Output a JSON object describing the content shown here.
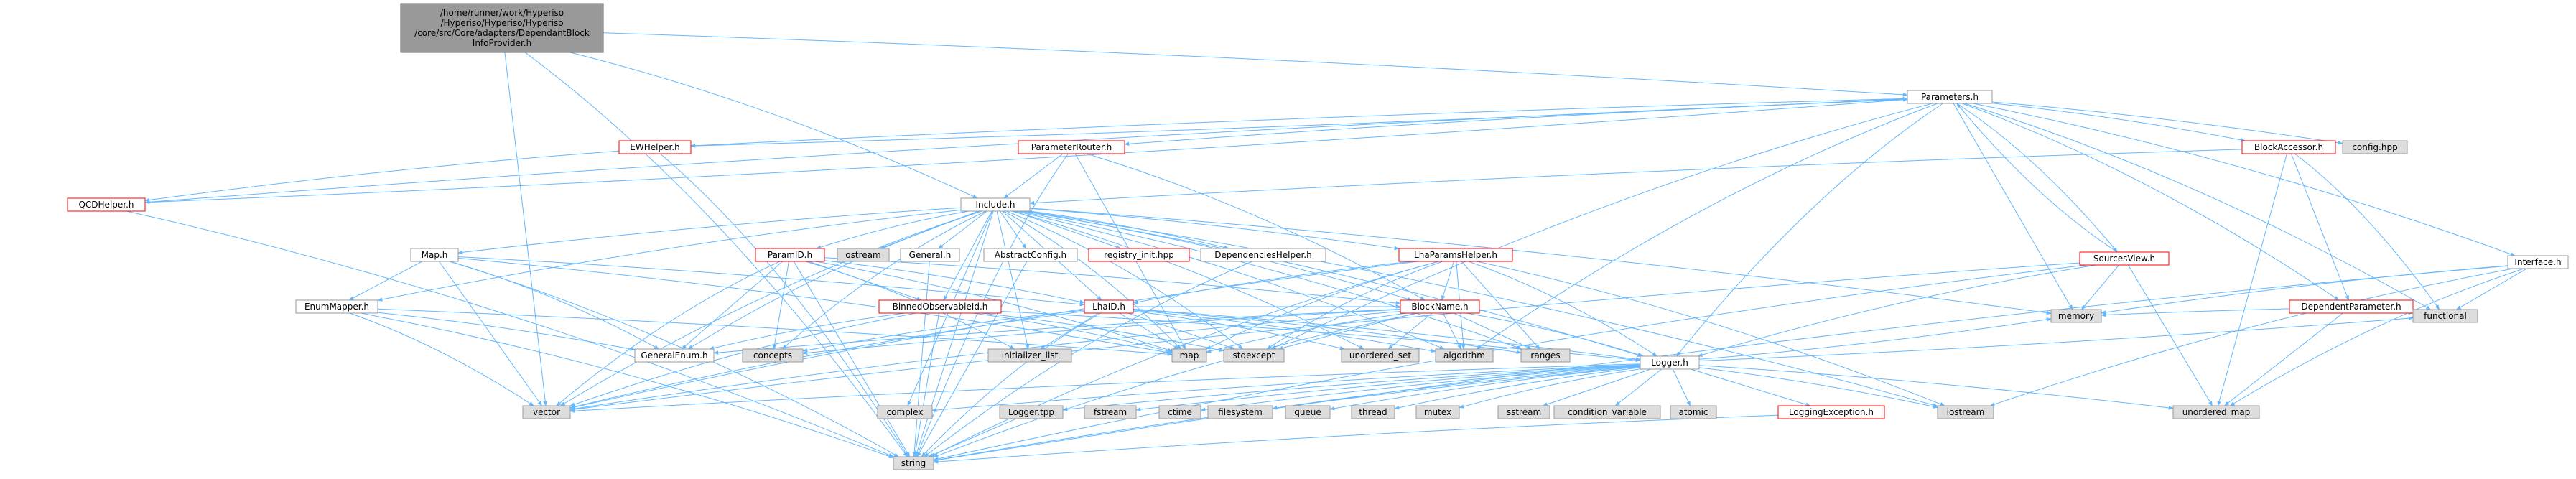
{
  "colors": {
    "edge": "#63b8ff",
    "edge_red": "#dc0000",
    "border_gray": "#999999",
    "border_red": "#ff0000",
    "fill_white": "#ffffff",
    "fill_gray": "#dddddd",
    "fill_dark": "#999999"
  },
  "nodes": [
    {
      "id": "root",
      "lines": [
        "/home/runner/work/Hyperiso",
        "/Hyperiso/Hyperiso/Hyperiso",
        "/core/src/Core/adapters/DependantBlock",
        "InfoProvider.h"
      ],
      "style": "root"
    },
    {
      "id": "parameters",
      "lines": [
        "Parameters.h"
      ],
      "style": "normal"
    },
    {
      "id": "ewhelper",
      "lines": [
        "EWHelper.h"
      ],
      "style": "red"
    },
    {
      "id": "parameterrouter",
      "lines": [
        "ParameterRouter.h"
      ],
      "style": "red"
    },
    {
      "id": "blockaccessor",
      "lines": [
        "BlockAccessor.h"
      ],
      "style": "red"
    },
    {
      "id": "confighpp",
      "lines": [
        "config.hpp"
      ],
      "style": "gray"
    },
    {
      "id": "qcdhelper",
      "lines": [
        "QCDHelper.h"
      ],
      "style": "red"
    },
    {
      "id": "include",
      "lines": [
        "Include.h"
      ],
      "style": "normal"
    },
    {
      "id": "interface",
      "lines": [
        "Interface.h"
      ],
      "style": "normal"
    },
    {
      "id": "map_h",
      "lines": [
        "Map.h"
      ],
      "style": "normal"
    },
    {
      "id": "paramid",
      "lines": [
        "ParamID.h"
      ],
      "style": "red"
    },
    {
      "id": "ostream",
      "lines": [
        "ostream"
      ],
      "style": "gray"
    },
    {
      "id": "general",
      "lines": [
        "General.h"
      ],
      "style": "normal"
    },
    {
      "id": "abstractconfig",
      "lines": [
        "AbstractConfig.h"
      ],
      "style": "normal"
    },
    {
      "id": "registryinit",
      "lines": [
        "registry_init.hpp"
      ],
      "style": "red"
    },
    {
      "id": "dependencieshelper",
      "lines": [
        "DependenciesHelper.h"
      ],
      "style": "normal"
    },
    {
      "id": "lhaparamshelper",
      "lines": [
        "LhaParamsHelper.h"
      ],
      "style": "red"
    },
    {
      "id": "sourcesview",
      "lines": [
        "SourcesView.h"
      ],
      "style": "red"
    },
    {
      "id": "dependentparameter",
      "lines": [
        "DependentParameter.h"
      ],
      "style": "red"
    },
    {
      "id": "enummapper",
      "lines": [
        "EnumMapper.h"
      ],
      "style": "normal"
    },
    {
      "id": "binnedobservableid",
      "lines": [
        "BinnedObservableId.h"
      ],
      "style": "red"
    },
    {
      "id": "lhaid",
      "lines": [
        "LhaID.h"
      ],
      "style": "red"
    },
    {
      "id": "blockname",
      "lines": [
        "BlockName.h"
      ],
      "style": "red"
    },
    {
      "id": "memory",
      "lines": [
        "memory"
      ],
      "style": "gray"
    },
    {
      "id": "functional",
      "lines": [
        "functional"
      ],
      "style": "gray"
    },
    {
      "id": "generalenum",
      "lines": [
        "GeneralEnum.h"
      ],
      "style": "normal"
    },
    {
      "id": "concepts",
      "lines": [
        "concepts"
      ],
      "style": "gray"
    },
    {
      "id": "initializer_list",
      "lines": [
        "initializer_list"
      ],
      "style": "gray"
    },
    {
      "id": "map",
      "lines": [
        "map"
      ],
      "style": "gray"
    },
    {
      "id": "stdexcept",
      "lines": [
        "stdexcept"
      ],
      "style": "gray"
    },
    {
      "id": "unordered_set",
      "lines": [
        "unordered_set"
      ],
      "style": "gray"
    },
    {
      "id": "algorithm",
      "lines": [
        "algorithm"
      ],
      "style": "gray"
    },
    {
      "id": "ranges",
      "lines": [
        "ranges"
      ],
      "style": "gray"
    },
    {
      "id": "logger",
      "lines": [
        "Logger.h"
      ],
      "style": "normal"
    },
    {
      "id": "vector",
      "lines": [
        "vector"
      ],
      "style": "gray"
    },
    {
      "id": "complex",
      "lines": [
        "complex"
      ],
      "style": "gray"
    },
    {
      "id": "loggertpp",
      "lines": [
        "Logger.tpp"
      ],
      "style": "gray"
    },
    {
      "id": "fstream",
      "lines": [
        "fstream"
      ],
      "style": "gray"
    },
    {
      "id": "ctime",
      "lines": [
        "ctime"
      ],
      "style": "gray"
    },
    {
      "id": "filesystem",
      "lines": [
        "filesystem"
      ],
      "style": "gray"
    },
    {
      "id": "queue",
      "lines": [
        "queue"
      ],
      "style": "gray"
    },
    {
      "id": "thread",
      "lines": [
        "thread"
      ],
      "style": "gray"
    },
    {
      "id": "mutex",
      "lines": [
        "mutex"
      ],
      "style": "gray"
    },
    {
      "id": "sstream",
      "lines": [
        "sstream"
      ],
      "style": "gray"
    },
    {
      "id": "condition_variable",
      "lines": [
        "condition_variable"
      ],
      "style": "gray"
    },
    {
      "id": "atomic",
      "lines": [
        "atomic"
      ],
      "style": "gray"
    },
    {
      "id": "loggingexception",
      "lines": [
        "LoggingException.h"
      ],
      "style": "red"
    },
    {
      "id": "iostream",
      "lines": [
        "iostream"
      ],
      "style": "gray"
    },
    {
      "id": "unordered_map",
      "lines": [
        "unordered_map"
      ],
      "style": "gray"
    },
    {
      "id": "string",
      "lines": [
        "string"
      ],
      "style": "gray"
    }
  ],
  "edges": [
    [
      "root",
      "parameters"
    ],
    [
      "root",
      "include"
    ],
    [
      "root",
      "vector"
    ],
    [
      "root",
      "string"
    ],
    [
      "parameters",
      "ewhelper"
    ],
    [
      "parameters",
      "parameterrouter"
    ],
    [
      "parameters",
      "blockaccessor"
    ],
    [
      "parameters",
      "confighpp"
    ],
    [
      "parameters",
      "qcdhelper"
    ],
    [
      "parameters",
      "interface"
    ],
    [
      "parameters",
      "sourcesview"
    ],
    [
      "parameters",
      "dependentparameter"
    ],
    [
      "parameters",
      "memory"
    ],
    [
      "parameters",
      "functional"
    ],
    [
      "parameters",
      "logger"
    ],
    [
      "parameters",
      "algorithm"
    ],
    [
      "parameters",
      "stdexcept"
    ],
    [
      "ewhelper",
      "qcdhelper"
    ],
    [
      "ewhelper",
      "parameters"
    ],
    [
      "ewhelper",
      "string"
    ],
    [
      "parameterrouter",
      "include"
    ],
    [
      "parameterrouter",
      "blockname"
    ],
    [
      "parameterrouter",
      "map"
    ],
    [
      "parameterrouter",
      "string"
    ],
    [
      "blockaccessor",
      "include"
    ],
    [
      "blockaccessor",
      "dependentparameter"
    ],
    [
      "blockaccessor",
      "unordered_map"
    ],
    [
      "blockaccessor",
      "functional"
    ],
    [
      "qcdhelper",
      "parameters"
    ],
    [
      "qcdhelper",
      "string"
    ],
    [
      "include",
      "map_h"
    ],
    [
      "include",
      "paramid"
    ],
    [
      "include",
      "ostream"
    ],
    [
      "include",
      "general"
    ],
    [
      "include",
      "abstractconfig"
    ],
    [
      "include",
      "registryinit"
    ],
    [
      "include",
      "dependencieshelper"
    ],
    [
      "include",
      "lhaparamshelper"
    ],
    [
      "include",
      "generalenum"
    ],
    [
      "include",
      "logger"
    ],
    [
      "include",
      "enummapper"
    ],
    [
      "include",
      "vector"
    ],
    [
      "include",
      "string"
    ],
    [
      "include",
      "memory"
    ],
    [
      "include",
      "complex"
    ],
    [
      "include",
      "iostream"
    ],
    [
      "include",
      "concepts"
    ],
    [
      "include",
      "map"
    ],
    [
      "include",
      "algorithm"
    ],
    [
      "include",
      "ranges"
    ],
    [
      "include",
      "unordered_set"
    ],
    [
      "include",
      "stdexcept"
    ],
    [
      "include",
      "initializer_list"
    ],
    [
      "include",
      "lhaid"
    ],
    [
      "include",
      "blockname"
    ],
    [
      "include",
      "binnedobservableid"
    ],
    [
      "interface",
      "memory"
    ],
    [
      "interface",
      "functional"
    ],
    [
      "interface",
      "unordered_map"
    ],
    [
      "interface",
      "iostream"
    ],
    [
      "interface",
      "string"
    ],
    [
      "map_h",
      "enummapper"
    ],
    [
      "map_h",
      "generalenum"
    ],
    [
      "map_h",
      "vector"
    ],
    [
      "map_h",
      "map"
    ],
    [
      "map_h",
      "string"
    ],
    [
      "map_h",
      "lhaid"
    ],
    [
      "paramid",
      "binnedobservableid"
    ],
    [
      "paramid",
      "lhaid"
    ],
    [
      "paramid",
      "blockname"
    ],
    [
      "paramid",
      "generalenum"
    ],
    [
      "paramid",
      "concepts"
    ],
    [
      "paramid",
      "vector"
    ],
    [
      "paramid",
      "string"
    ],
    [
      "paramid",
      "map"
    ],
    [
      "paramid",
      "initializer_list"
    ],
    [
      "lhaparamshelper",
      "blockname"
    ],
    [
      "lhaparamshelper",
      "lhaid"
    ],
    [
      "lhaparamshelper",
      "logger"
    ],
    [
      "lhaparamshelper",
      "vector"
    ],
    [
      "lhaparamshelper",
      "string"
    ],
    [
      "lhaparamshelper",
      "algorithm"
    ],
    [
      "lhaparamshelper",
      "ranges"
    ],
    [
      "lhaparamshelper",
      "iostream"
    ],
    [
      "lhaparamshelper",
      "map"
    ],
    [
      "lhaparamshelper",
      "stdexcept"
    ],
    [
      "sourcesview",
      "parameters"
    ],
    [
      "sourcesview",
      "memory"
    ],
    [
      "sourcesview",
      "unordered_map"
    ],
    [
      "sourcesview",
      "string"
    ],
    [
      "sourcesview",
      "logger"
    ],
    [
      "sourcesview",
      "vector"
    ],
    [
      "dependentparameter",
      "memory"
    ],
    [
      "dependentparameter",
      "functional"
    ],
    [
      "dependentparameter",
      "unordered_map"
    ],
    [
      "enummapper",
      "generalenum"
    ],
    [
      "enummapper",
      "map"
    ],
    [
      "enummapper",
      "vector"
    ],
    [
      "enummapper",
      "string"
    ],
    [
      "binnedobservableid",
      "generalenum"
    ],
    [
      "binnedobservableid",
      "logger"
    ],
    [
      "binnedobservableid",
      "vector"
    ],
    [
      "binnedobservableid",
      "string"
    ],
    [
      "binnedobservableid",
      "map"
    ],
    [
      "binnedobservableid",
      "stdexcept"
    ],
    [
      "lhaid",
      "blockname"
    ],
    [
      "lhaid",
      "logger"
    ],
    [
      "lhaid",
      "string"
    ],
    [
      "lhaid",
      "vector"
    ],
    [
      "lhaid",
      "concepts"
    ],
    [
      "lhaid",
      "initializer_list"
    ],
    [
      "lhaid",
      "map"
    ],
    [
      "lhaid",
      "unordered_set"
    ],
    [
      "lhaid",
      "algorithm"
    ],
    [
      "lhaid",
      "ranges"
    ],
    [
      "lhaid",
      "stdexcept"
    ],
    [
      "blockname",
      "generalenum"
    ],
    [
      "blockname",
      "logger"
    ],
    [
      "blockname",
      "string"
    ],
    [
      "blockname",
      "concepts"
    ],
    [
      "blockname",
      "map"
    ],
    [
      "blockname",
      "unordered_set"
    ],
    [
      "blockname",
      "algorithm"
    ],
    [
      "blockname",
      "ranges"
    ],
    [
      "blockname",
      "stdexcept"
    ],
    [
      "blockname",
      "vector"
    ],
    [
      "logger",
      "vector"
    ],
    [
      "logger",
      "complex"
    ],
    [
      "logger",
      "loggertpp"
    ],
    [
      "logger",
      "fstream"
    ],
    [
      "logger",
      "ctime"
    ],
    [
      "logger",
      "filesystem"
    ],
    [
      "logger",
      "queue"
    ],
    [
      "logger",
      "thread"
    ],
    [
      "logger",
      "mutex"
    ],
    [
      "logger",
      "sstream"
    ],
    [
      "logger",
      "condition_variable"
    ],
    [
      "logger",
      "atomic"
    ],
    [
      "logger",
      "loggingexception"
    ],
    [
      "logger",
      "iostream"
    ],
    [
      "logger",
      "string"
    ],
    [
      "logger",
      "unordered_map"
    ],
    [
      "logger",
      "memory"
    ],
    [
      "logger",
      "functional"
    ],
    [
      "loggingexception",
      "string"
    ],
    [
      "loggertpp",
      "string"
    ],
    [
      "general",
      "string"
    ],
    [
      "abstractconfig",
      "string"
    ],
    [
      "dependencieshelper",
      "string"
    ]
  ],
  "red_edges": [
    [
      "parameters",
      "ewhelper"
    ],
    [
      "parameters",
      "qcdhelper"
    ],
    [
      "parameters",
      "sourcesview"
    ],
    [
      "include",
      "lhaparamshelper"
    ],
    [
      "include",
      "paramid"
    ]
  ]
}
